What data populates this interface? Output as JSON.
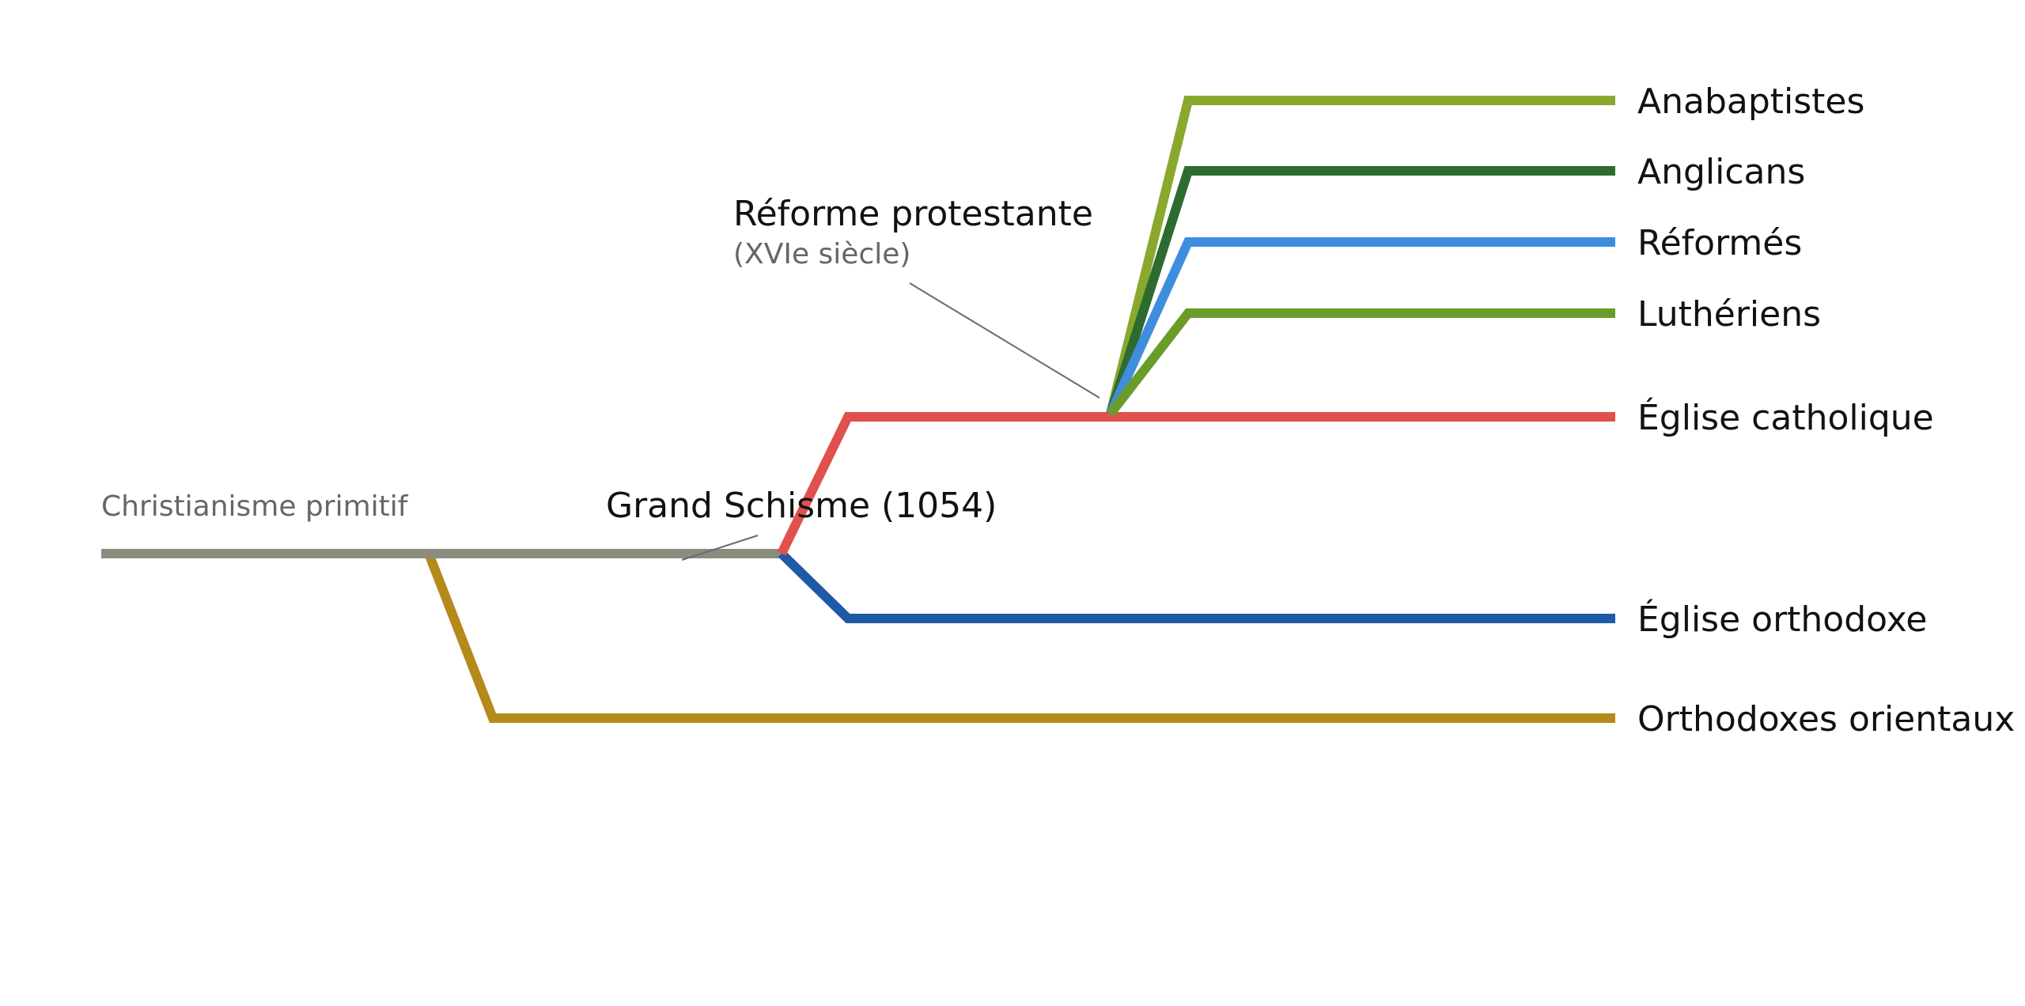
{
  "root": {
    "label": "Christianisme primitif",
    "color": "#8a8c80"
  },
  "events": {
    "schism": {
      "label": "Grand Schisme (1054)"
    },
    "reformation": {
      "label": "Réforme protestante",
      "sublabel": "(XVIe siècle)"
    }
  },
  "branches": [
    {
      "key": "anabaptists",
      "label": "Anabaptistes",
      "color": "#8aa82e"
    },
    {
      "key": "anglicans",
      "label": "Anglicans",
      "color": "#2d6b30"
    },
    {
      "key": "reformed",
      "label": "Réformés",
      "color": "#3e8ede"
    },
    {
      "key": "lutherans",
      "label": "Luthériens",
      "color": "#6a9c2a"
    },
    {
      "key": "catholic",
      "label": "Église catholique",
      "color": "#e0504d"
    },
    {
      "key": "orthodox",
      "label": "Église orthodoxe",
      "color": "#1f5aa6"
    },
    {
      "key": "oriental",
      "label": "Orthodoxes orientaux",
      "color": "#b5891a"
    }
  ]
}
